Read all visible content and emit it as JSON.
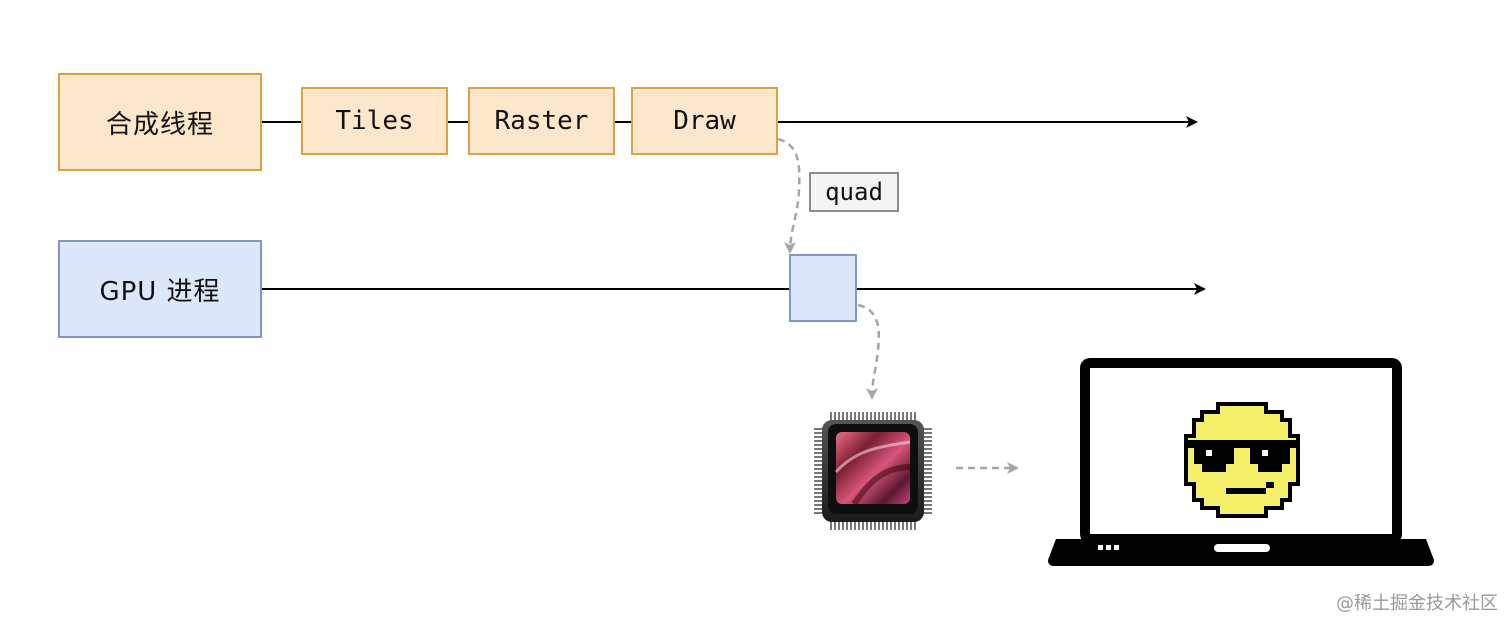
{
  "nodes": {
    "compositor": "合成线程",
    "tiles": "Tiles",
    "raster": "Raster",
    "draw": "Draw",
    "gpu": "GPU 进程"
  },
  "edge_label": "quad",
  "icons": {
    "chip": "gpu-chip-icon",
    "laptop": "laptop-icon",
    "face": "cool-smiley-icon"
  },
  "colors": {
    "orange_fill": "#fce6cc",
    "orange_border": "#d8a545",
    "blue_fill": "#dce8fa",
    "blue_border": "#7d97c8",
    "dashed_arrow": "#a6a6a6"
  },
  "watermark": "@稀土掘金技术社区"
}
